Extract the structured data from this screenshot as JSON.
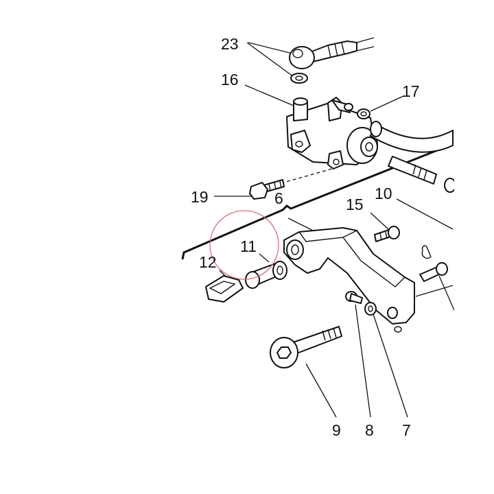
{
  "callouts": {
    "c23": "23",
    "c16": "16",
    "c17": "17",
    "c19": "19",
    "c6": "6",
    "c15": "15",
    "c10": "10",
    "c11": "11",
    "c12": "12",
    "c9": "9",
    "c8": "8",
    "c7": "7"
  },
  "colors": {
    "ink": "#111111",
    "highlight_circle": "#d9707a",
    "background": "#ffffff"
  }
}
